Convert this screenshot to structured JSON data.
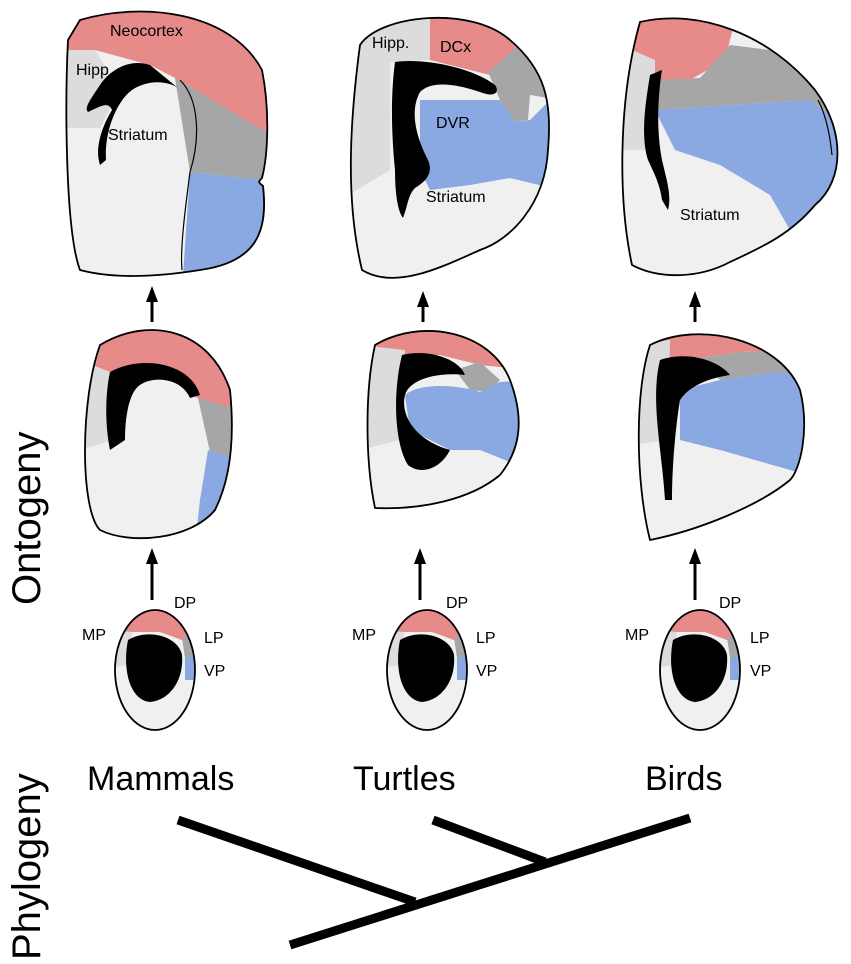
{
  "side_labels": {
    "ontogeny": "Ontogeny",
    "phylogeny": "Phylogeny"
  },
  "taxa": [
    {
      "name": "Mammals",
      "adult_labels": {
        "top": "Neocortex",
        "hipp": "Hipp.",
        "striatum": "Striatum"
      }
    },
    {
      "name": "Turtles",
      "adult_labels": {
        "hipp": "Hipp.",
        "top": "DCx",
        "mid": "DVR",
        "striatum": "Striatum"
      }
    },
    {
      "name": "Birds",
      "adult_labels": {
        "striatum": "Striatum"
      }
    }
  ],
  "embryo_labels": {
    "mp": "MP",
    "dp": "DP",
    "lp": "LP",
    "vp": "VP"
  },
  "colors": {
    "pallium_dorsal": "#e68a8a",
    "pallium_lateral": "#a6a6a6",
    "pallium_ventral": "#8aa8e2",
    "medial_hipp": "#dcdcdc",
    "striatum": "#f0f0f0",
    "ventricle": "#000000"
  }
}
